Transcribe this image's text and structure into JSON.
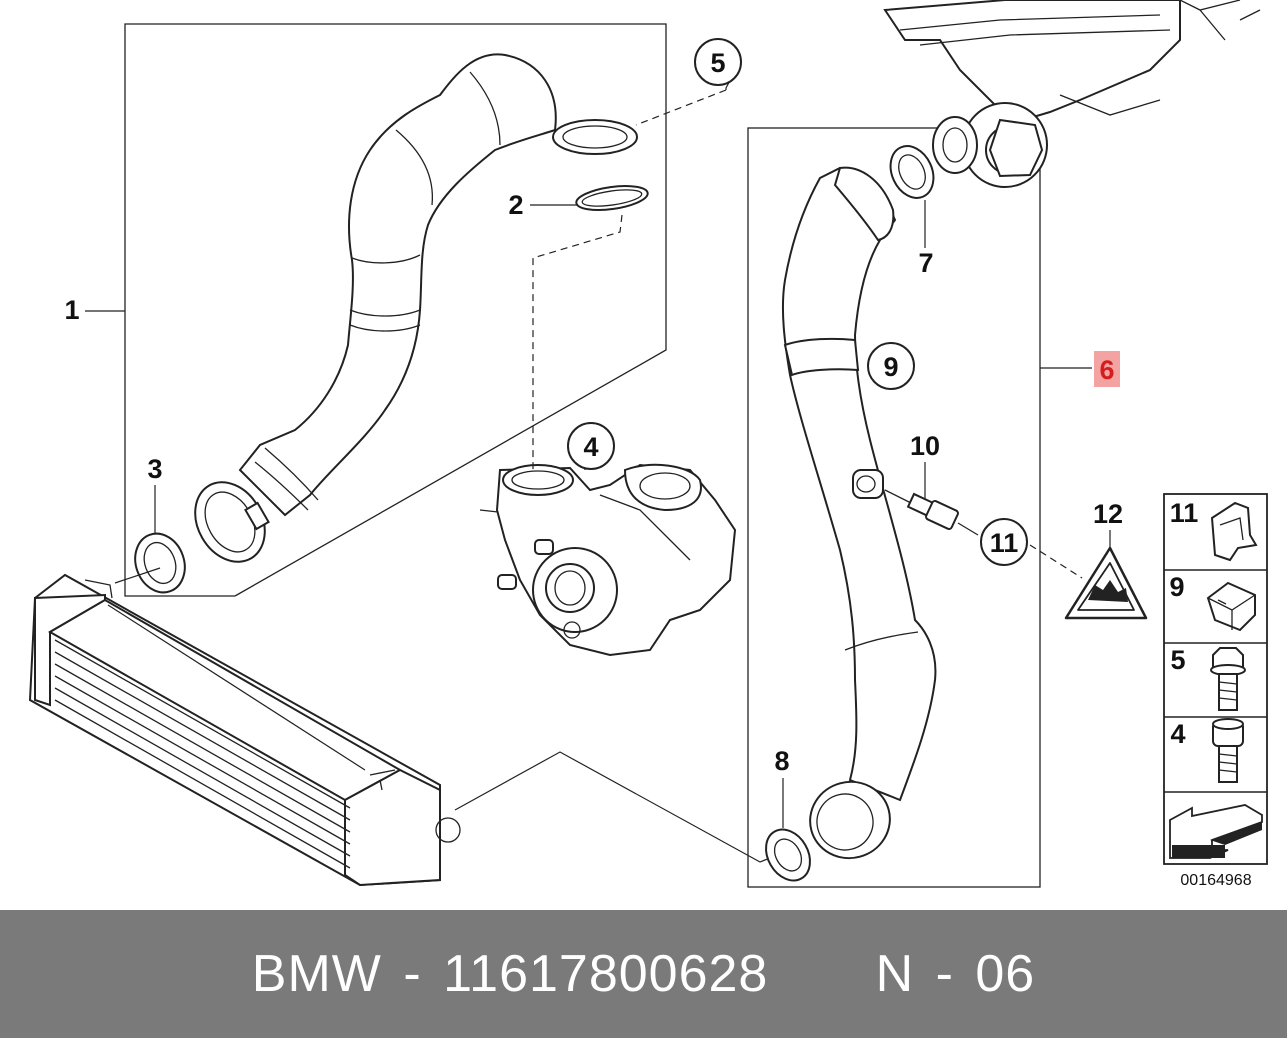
{
  "footer": {
    "text": "BMW - 11617800628     N - 06"
  },
  "diagram_number": "00164968",
  "callouts": {
    "c1": "1",
    "c2": "2",
    "c3": "3",
    "c4": "4",
    "c5": "5",
    "c6": "6",
    "c7": "7",
    "c8": "8",
    "c9": "9",
    "c10": "10",
    "c11": "11",
    "c12": "12"
  },
  "legend": [
    {
      "number": "11",
      "icon": "hose-clip-icon"
    },
    {
      "number": "9",
      "icon": "clamp-nut-icon"
    },
    {
      "number": "5",
      "icon": "hex-bolt-icon"
    },
    {
      "number": "4",
      "icon": "socket-screw-icon"
    },
    {
      "number": "",
      "icon": "direction-arrow-icon"
    }
  ],
  "colors": {
    "highlight": "#f4a3a3",
    "highlight_text": "#d41e1e",
    "footer_bg": "#7a7a7a",
    "footer_text": "#ffffff",
    "line": "#222222"
  }
}
